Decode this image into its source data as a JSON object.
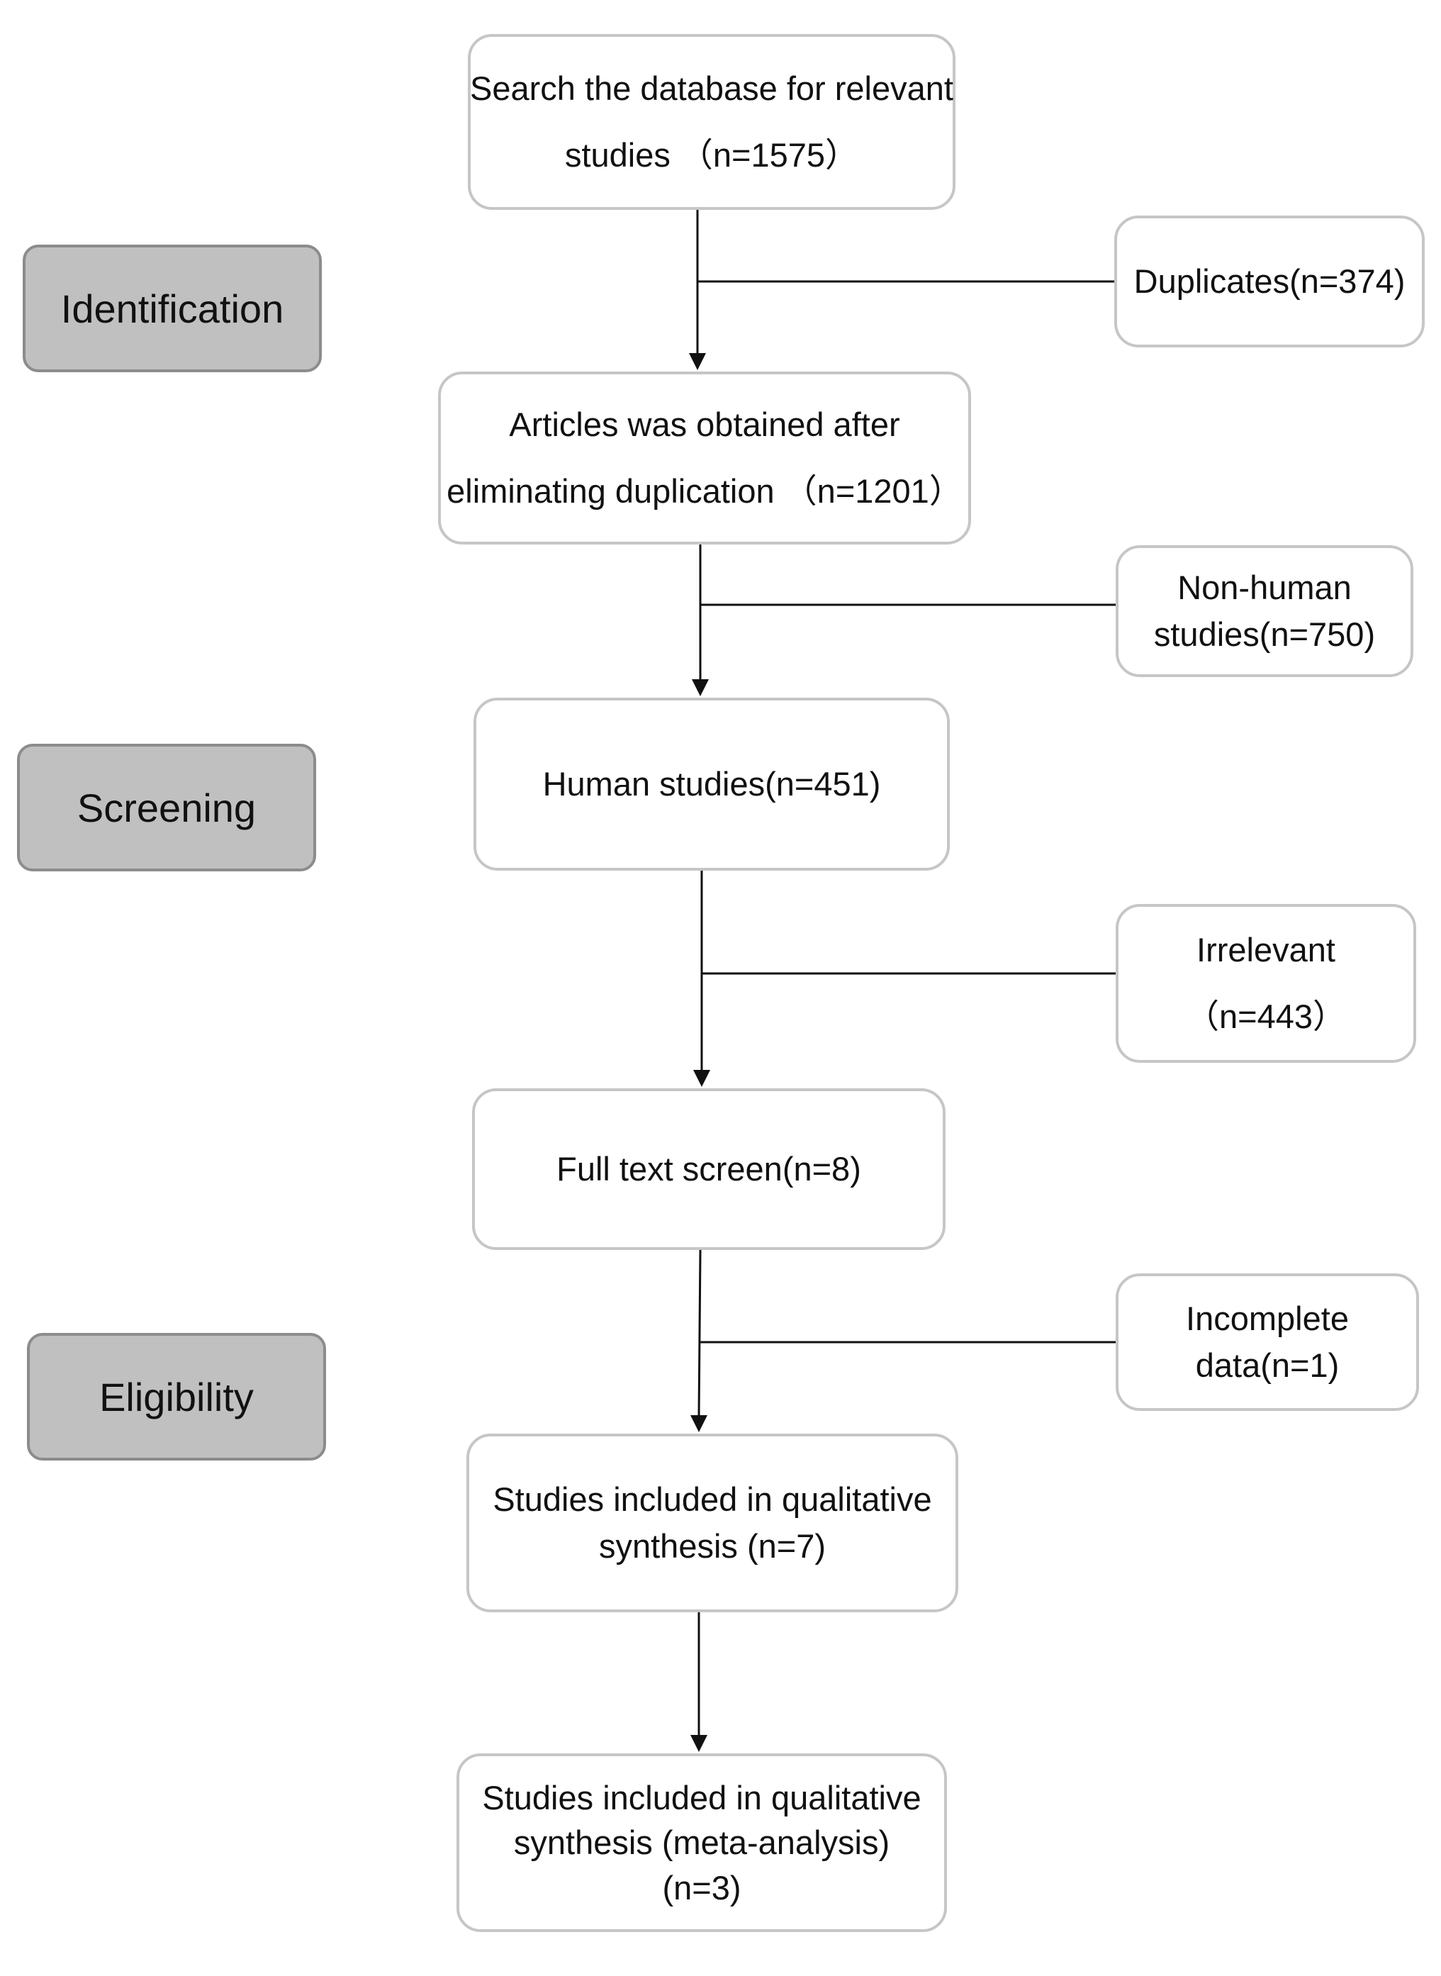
{
  "stages": {
    "identification": "Identification",
    "screening": "Screening",
    "eligibility": "Eligibility"
  },
  "flow": {
    "search": [
      "Search the database for relevant",
      "studies （n=1575）"
    ],
    "deduplicated": [
      "Articles was obtained after",
      "eliminating duplication （n=1201）"
    ],
    "human": [
      "Human studies(n=451)"
    ],
    "fulltext": [
      "Full text screen(n=8)"
    ],
    "qualitative": [
      "Studies included in qualitative",
      "synthesis (n=7)"
    ],
    "meta": [
      "Studies included in qualitative",
      "synthesis (meta-analysis)",
      "(n=3)"
    ]
  },
  "exclusions": {
    "duplicates": [
      "Duplicates(n=374)"
    ],
    "nonhuman": [
      "Non-human",
      "studies(n=750)"
    ],
    "irrelevant": [
      "Irrelevant",
      "（n=443）"
    ],
    "incomplete": [
      "Incomplete",
      "data(n=1)"
    ]
  },
  "colors": {
    "stage_fill": "#c0c0c0",
    "stage_border": "#8c8c8c",
    "box_border": "#c6c6c6",
    "line": "#111111"
  }
}
